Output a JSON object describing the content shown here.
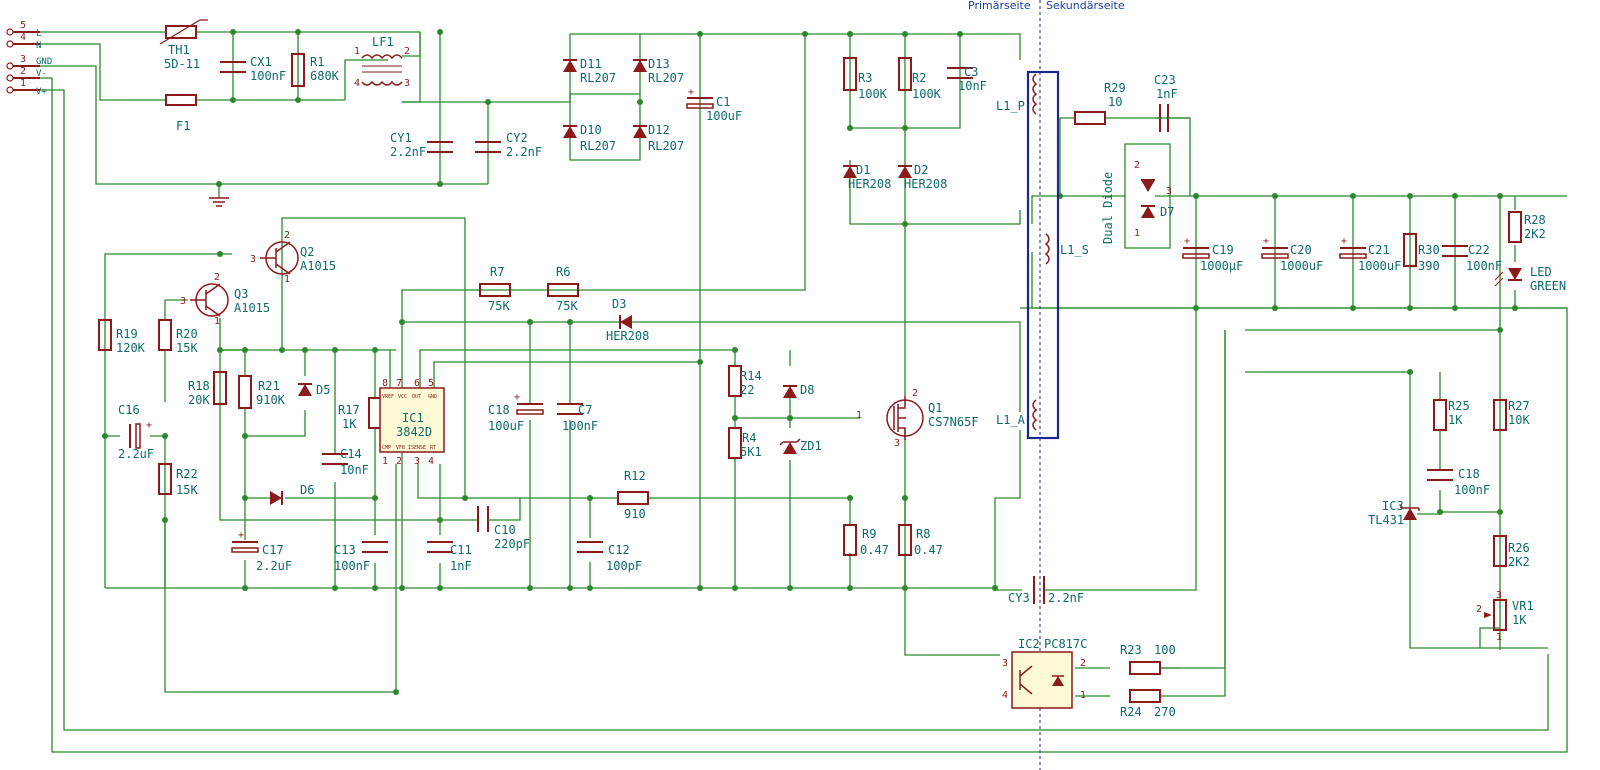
{
  "sides": {
    "primary": "Primärseite",
    "secondary": "Sekundärseite"
  },
  "connector": [
    {
      "num": "5",
      "sig": "L"
    },
    {
      "num": "4",
      "sig": "N"
    },
    {
      "num": "3",
      "sig": "GND"
    },
    {
      "num": "2",
      "sig": "V-"
    },
    {
      "num": "1",
      "sig": "V+"
    }
  ],
  "parts": {
    "TH1": {
      "ref": "TH1",
      "val": "5D-11"
    },
    "CX1": {
      "ref": "CX1",
      "val": "100nF"
    },
    "R1": {
      "ref": "R1",
      "val": "680K"
    },
    "LF1": {
      "ref": "LF1"
    },
    "F1": {
      "ref": "F1"
    },
    "CY1": {
      "ref": "CY1",
      "val": "2.2nF"
    },
    "CY2": {
      "ref": "CY2",
      "val": "2.2nF"
    },
    "D11": {
      "ref": "D11",
      "val": "RL207"
    },
    "D13": {
      "ref": "D13",
      "val": "RL207"
    },
    "D10": {
      "ref": "D10",
      "val": "RL207"
    },
    "D12": {
      "ref": "D12",
      "val": "RL207"
    },
    "C1": {
      "ref": "C1",
      "val": "100uF"
    },
    "R3": {
      "ref": "R3",
      "val": "100K"
    },
    "R2": {
      "ref": "R2",
      "val": "100K"
    },
    "C3": {
      "ref": "C3",
      "val": "10nF"
    },
    "D1": {
      "ref": "D1",
      "val": "HER208"
    },
    "D2": {
      "ref": "D2",
      "val": "HER208"
    },
    "L1_P": {
      "ref": "L1_P"
    },
    "L1_S": {
      "ref": "L1_S"
    },
    "L1_A": {
      "ref": "L1_A"
    },
    "R29": {
      "ref": "R29",
      "val": "10"
    },
    "C23": {
      "ref": "C23",
      "val": "1nF"
    },
    "D7": {
      "ref": "D7",
      "val": "Dual Diode"
    },
    "C19": {
      "ref": "C19",
      "val": "1000µF"
    },
    "C20": {
      "ref": "C20",
      "val": "1000uF"
    },
    "C21": {
      "ref": "C21",
      "val": "1000uF"
    },
    "R30": {
      "ref": "R30",
      "val": "390"
    },
    "C22": {
      "ref": "C22",
      "val": "100nF"
    },
    "R28": {
      "ref": "R28",
      "val": "2K2"
    },
    "LED": {
      "ref": "LED",
      "val": "GREEN"
    },
    "Q2": {
      "ref": "Q2",
      "val": "A1015"
    },
    "Q3": {
      "ref": "Q3",
      "val": "A1015"
    },
    "R7": {
      "ref": "R7",
      "val": "75K"
    },
    "R6": {
      "ref": "R6",
      "val": "75K"
    },
    "D3": {
      "ref": "D3",
      "val": "HER208"
    },
    "R19": {
      "ref": "R19",
      "val": "120K"
    },
    "R20": {
      "ref": "R20",
      "val": "15K"
    },
    "R18": {
      "ref": "R18",
      "val": "20K"
    },
    "R21": {
      "ref": "R21",
      "val": "910K"
    },
    "D5": {
      "ref": "D5"
    },
    "R17": {
      "ref": "R17",
      "val": "1K"
    },
    "IC1": {
      "ref": "IC1",
      "val": "3842D",
      "pins_top": [
        "VREF",
        "VCC",
        "OUT",
        "GND"
      ],
      "pins_bot": [
        "CMP",
        "VFB",
        "ISENSE",
        "RT"
      ]
    },
    "C16": {
      "ref": "C16",
      "val": "2.2uF"
    },
    "C14": {
      "ref": "C14",
      "val": "10nF"
    },
    "C18a": {
      "ref": "C18",
      "val": "100uF"
    },
    "C7": {
      "ref": "C7",
      "val": "100nF"
    },
    "R14": {
      "ref": "R14",
      "val": "22"
    },
    "D8": {
      "ref": "D8"
    },
    "R4": {
      "ref": "R4",
      "val": "5K1"
    },
    "ZD1": {
      "ref": "ZD1"
    },
    "Q1": {
      "ref": "Q1",
      "val": "CS7N65F"
    },
    "R22": {
      "ref": "R22",
      "val": "15K"
    },
    "D6": {
      "ref": "D6"
    },
    "R12": {
      "ref": "R12",
      "val": "910"
    },
    "C10": {
      "ref": "C10",
      "val": "220pF"
    },
    "C17": {
      "ref": "C17",
      "val": "2.2uF"
    },
    "C13": {
      "ref": "C13",
      "val": "100nF"
    },
    "C11": {
      "ref": "C11",
      "val": "1nF"
    },
    "C12": {
      "ref": "C12",
      "val": "100pF"
    },
    "R9": {
      "ref": "R9",
      "val": "0.47"
    },
    "R8": {
      "ref": "R8",
      "val": "0.47"
    },
    "CY3": {
      "ref": "CY3",
      "val": "2.2nF"
    },
    "R25": {
      "ref": "R25",
      "val": "1K"
    },
    "R27": {
      "ref": "R27",
      "val": "10K"
    },
    "C18b": {
      "ref": "C18",
      "val": "100nF"
    },
    "IC3": {
      "ref": "IC3",
      "val": "TL431"
    },
    "R26": {
      "ref": "R26",
      "val": "2K2"
    },
    "VR1": {
      "ref": "VR1",
      "val": "1K"
    },
    "IC2": {
      "ref": "IC2",
      "val": "PC817C"
    },
    "R23": {
      "ref": "R23",
      "val": "100"
    },
    "R24": {
      "ref": "R24",
      "val": "270"
    }
  }
}
